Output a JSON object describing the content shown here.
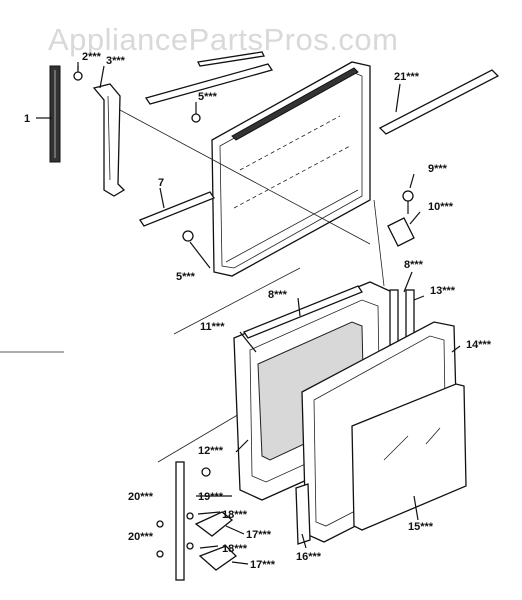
{
  "watermark": "AppliancePartsPros.com",
  "labels": {
    "l1": "1",
    "l2": "2***",
    "l3": "3***",
    "l5a": "5***",
    "l5b": "5***",
    "l7": "7",
    "l8a": "8***",
    "l8b": "8***",
    "l9": "9***",
    "l10": "10***",
    "l11": "11***",
    "l12": "12***",
    "l13": "13***",
    "l14": "14***",
    "l15": "15***",
    "l16": "16***",
    "l17a": "17***",
    "l17b": "17***",
    "l18a": "18***",
    "l18b": "18***",
    "l19": "19***",
    "l20a": "20***",
    "l20b": "20***",
    "l21": "21***"
  }
}
